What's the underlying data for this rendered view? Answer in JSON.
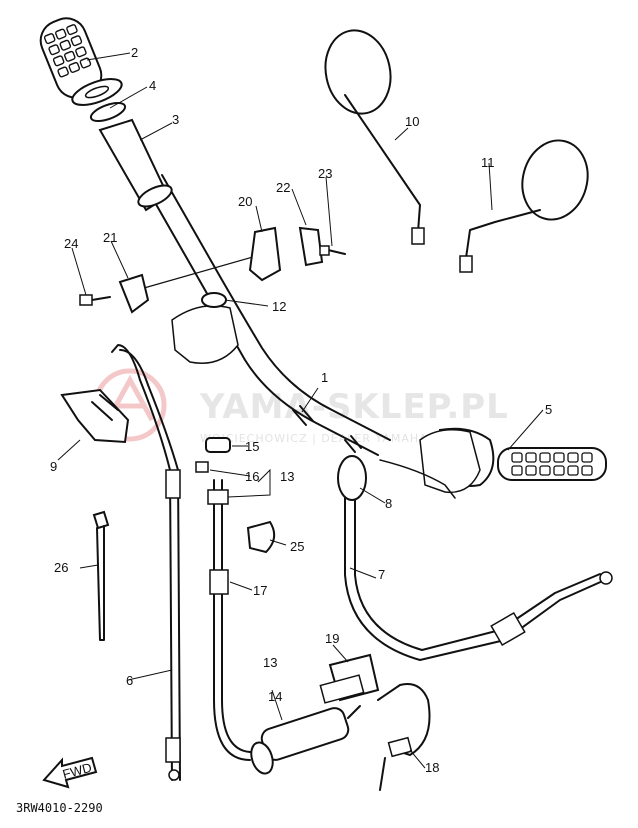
{
  "watermark": {
    "title": "YAMA-SKLEP.PL",
    "subtitle": "WOJCIECHOWICZ | DEALER YAMAHA"
  },
  "fwd_label": "FWD",
  "diagram_code": "3RW4010-2290",
  "callouts": [
    "1",
    "2",
    "3",
    "4",
    "5",
    "6",
    "7",
    "8",
    "9",
    "10",
    "11",
    "12",
    "13",
    "13",
    "14",
    "15",
    "16",
    "17",
    "18",
    "19",
    "20",
    "21",
    "22",
    "23",
    "24",
    "25",
    "26"
  ],
  "colors": {
    "line": "#111111",
    "watermark": "#e6e6e6",
    "logo": "#f4c8c8"
  }
}
